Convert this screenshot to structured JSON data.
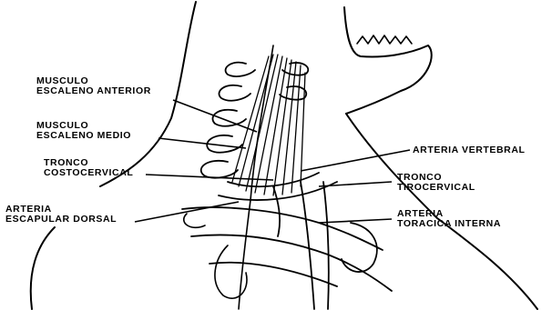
{
  "labels": {
    "musculo_escaleno_anterior": [
      "MUSCULO",
      "ESCALENO ANTERIOR"
    ],
    "musculo_escaleno_medio": [
      "MUSCULO",
      "ESCALENO  MEDIO"
    ],
    "tronco_costocervical": [
      "TRONCO",
      "COSTOCERVICAL"
    ],
    "arteria_escapular_dorsal": [
      "ARTERIA",
      "ESCAPULAR DORSAL"
    ],
    "arteria_vertebral": "ARTERIA VERTEBRAL",
    "tronco_tirocervical": [
      "TRONCO",
      "TIROCERVICAL"
    ],
    "arteria_toracica_interna": [
      "ARTERIA",
      "TORACICA  INTERNA"
    ]
  },
  "colors": {
    "ink": "#000000",
    "paper": "#ffffff"
  }
}
